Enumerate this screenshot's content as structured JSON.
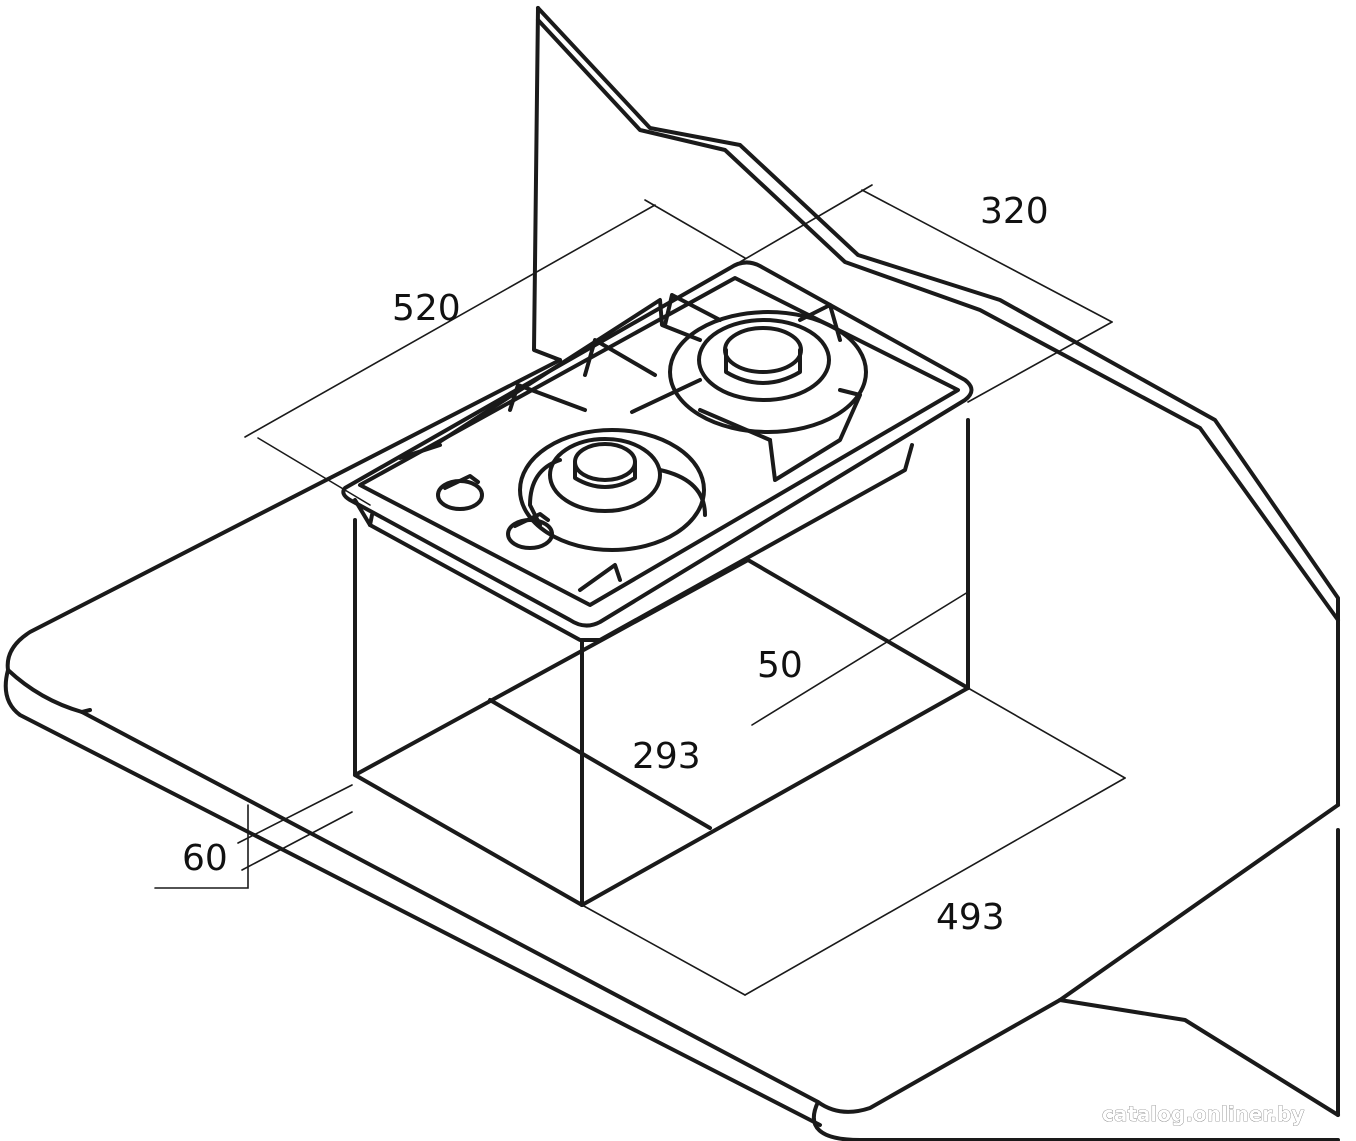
{
  "dimensions": {
    "width_520": "520",
    "depth_320": "320",
    "cutout_depth_293": "293",
    "cutout_width_493": "493",
    "offset_50": "50",
    "edge_60": "60"
  },
  "watermark": "catalog.onliner.by"
}
